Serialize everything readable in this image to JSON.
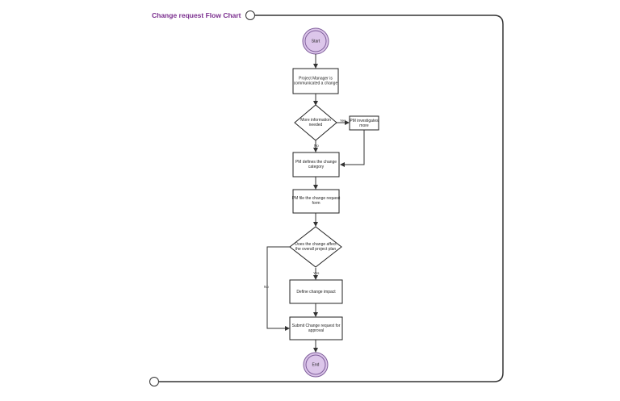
{
  "title": "Change request Flow Chart",
  "colors": {
    "title": "#7a2e8e",
    "frame": "#333333",
    "circle_fill": "#dcc6ea",
    "circle_stroke": "#7e5d9a",
    "box_stroke": "#222222",
    "line": "#333333"
  },
  "nodes": {
    "start": "Start",
    "pm_communicated": [
      "Project Manager is",
      "communicated a change"
    ],
    "more_info": [
      "More information",
      "needed"
    ],
    "pm_investigate": [
      "PM investigates",
      "more"
    ],
    "pm_defines": [
      "PM defines the change",
      "category"
    ],
    "pm_file": [
      "PM file the change request",
      "form"
    ],
    "affect_plan": [
      "Does the change affect",
      "the overall project plan"
    ],
    "define_impact": "Define change impact",
    "submit": [
      "Submit Change request for",
      "approval"
    ],
    "end": "End"
  },
  "edge_labels": {
    "yes_investigate": "Yes",
    "no_more_info": "No",
    "yes_affect": "Yes",
    "no_affect": "No"
  }
}
